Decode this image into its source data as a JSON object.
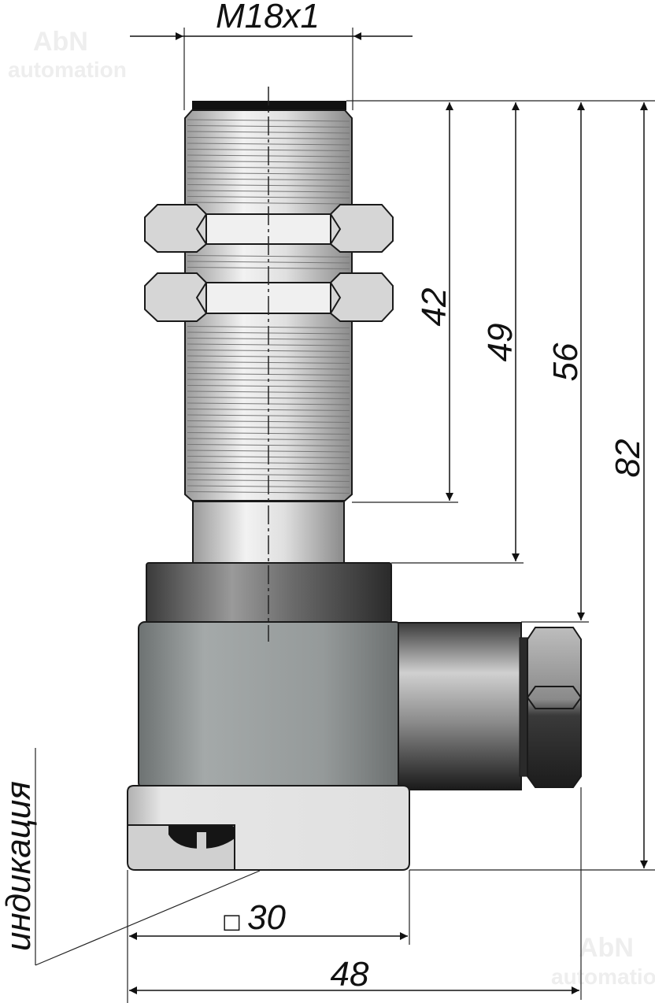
{
  "watermark": {
    "line1": "AbN",
    "line2": "automation"
  },
  "dimensions": {
    "thread": "M18x1",
    "d42": "42",
    "d49": "49",
    "d56": "56",
    "d82": "82",
    "square_symbol": "□",
    "width30": "30",
    "width48": "48"
  },
  "labels": {
    "indication": "индикация"
  },
  "colors": {
    "outline": "#1a1a1a",
    "body": "#d9d9d9",
    "housing": "#9a9e9e",
    "dark": "#2a2a2a"
  }
}
